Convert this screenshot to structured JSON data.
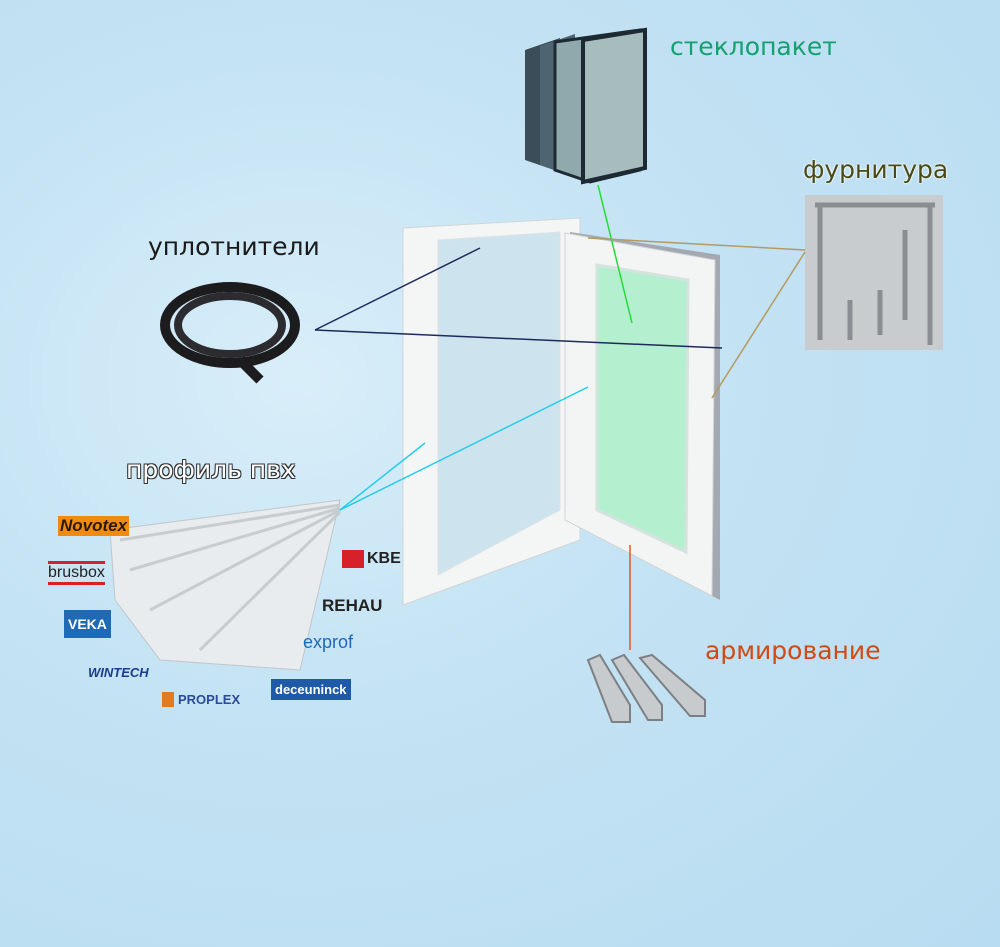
{
  "labels": {
    "glass": "стеклопакет",
    "hardware": "фурнитура",
    "seals": "уплотнители",
    "profile": "профиль пвх",
    "reinforcement": "армирование"
  },
  "brands": {
    "novotex": "Novotex",
    "brusbox": "brusbox",
    "veka": "VEKA",
    "wintech": "WINTECH",
    "proplex": "PROPLEX",
    "kbe": "KBE",
    "rehau": "REHAU",
    "exprof": "exprof",
    "deceuninck": "deceuninck"
  },
  "colors": {
    "glass": "#14a070",
    "reinforcement": "#d24a12",
    "seals": "#1a1a1a",
    "line_seal": "#1e2a5a",
    "line_glass": "#22dd33",
    "line_hw": "#b59a60",
    "line_profile": "#22ccee",
    "line_reinf": "#e05a20"
  }
}
